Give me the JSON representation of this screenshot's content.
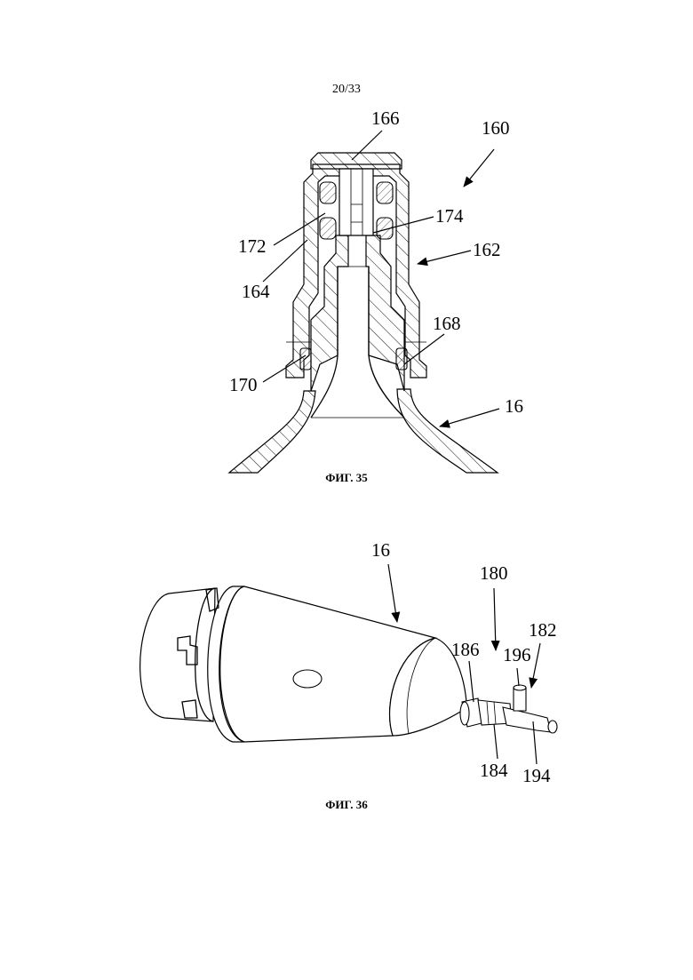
{
  "page_number": "20/33",
  "figures": [
    {
      "caption": "ФИГ. 35",
      "labels": [
        "166",
        "160",
        "174",
        "172",
        "162",
        "164",
        "168",
        "170",
        "16"
      ]
    },
    {
      "caption": "ФИГ. 36",
      "labels": [
        "16",
        "180",
        "182",
        "186",
        "196",
        "184",
        "194"
      ]
    }
  ]
}
